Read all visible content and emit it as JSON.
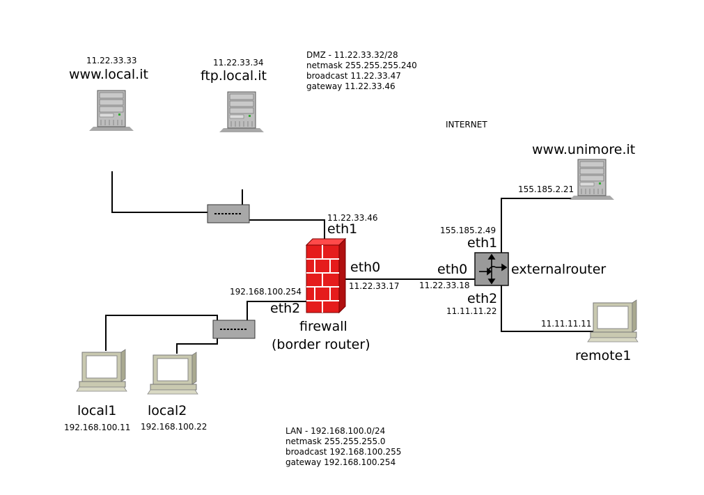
{
  "dmz": {
    "lines": [
      "DMZ - 11.22.33.32/28",
      "netmask 255.255.255.240",
      "broadcast 11.22.33.47",
      "gateway 11.22.33.46"
    ]
  },
  "lan": {
    "lines": [
      "LAN - 192.168.100.0/24",
      "netmask 255.255.255.0",
      "broadcast 192.168.100.255",
      "gateway 192.168.100.254"
    ]
  },
  "internet_label": "INTERNET",
  "www_local": {
    "name": "www.local.it",
    "ip": "11.22.33.33"
  },
  "ftp_local": {
    "name": "ftp.local.it",
    "ip": "11.22.33.34"
  },
  "www_unimore": {
    "name": "www.unimore.it",
    "ip": "155.185.2.21"
  },
  "firewall": {
    "name": "firewall",
    "subtitle": "(border router)",
    "eth0": {
      "label": "eth0",
      "ip": "11.22.33.17"
    },
    "eth1": {
      "label": "eth1",
      "ip": "11.22.33.46"
    },
    "eth2": {
      "label": "eth2",
      "ip": "192.168.100.254"
    },
    "color": "#e51c1c"
  },
  "externalrouter": {
    "name": "externalrouter",
    "eth0": {
      "label": "eth0",
      "ip": "11.22.33.18"
    },
    "eth1": {
      "label": "eth1",
      "ip": "155.185.2.49"
    },
    "eth2": {
      "label": "eth2",
      "ip": "11.11.11.22"
    }
  },
  "local1": {
    "name": "local1",
    "ip": "192.168.100.11"
  },
  "local2": {
    "name": "local2",
    "ip": "192.168.100.22"
  },
  "remote1": {
    "name": "remote1",
    "ip": "11.11.11.11"
  }
}
